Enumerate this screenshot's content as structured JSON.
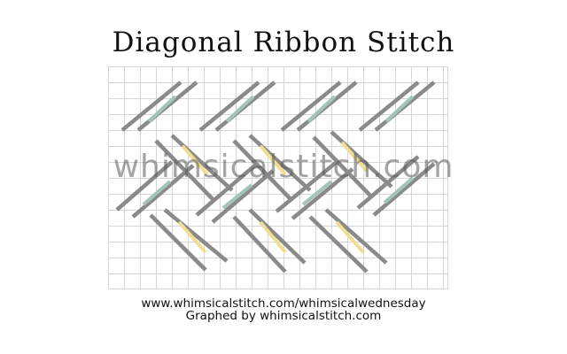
{
  "title": "Diagonal Ribbon Stitch",
  "watermark": "whimsicalstitch.com",
  "credits": {
    "url": "www.whimsicalstitch.com/whimsicalwednesday",
    "graphed_by": "Graphed by whimsicalstitch.com"
  },
  "colors": {
    "grid": "#d6d6d6",
    "stitch_gray": "#8a8a8a",
    "stitch_green": "#a3c4b8",
    "stitch_yellow": "#f2dd95"
  },
  "thread_colors": [
    "gray",
    "green",
    "yellow"
  ]
}
